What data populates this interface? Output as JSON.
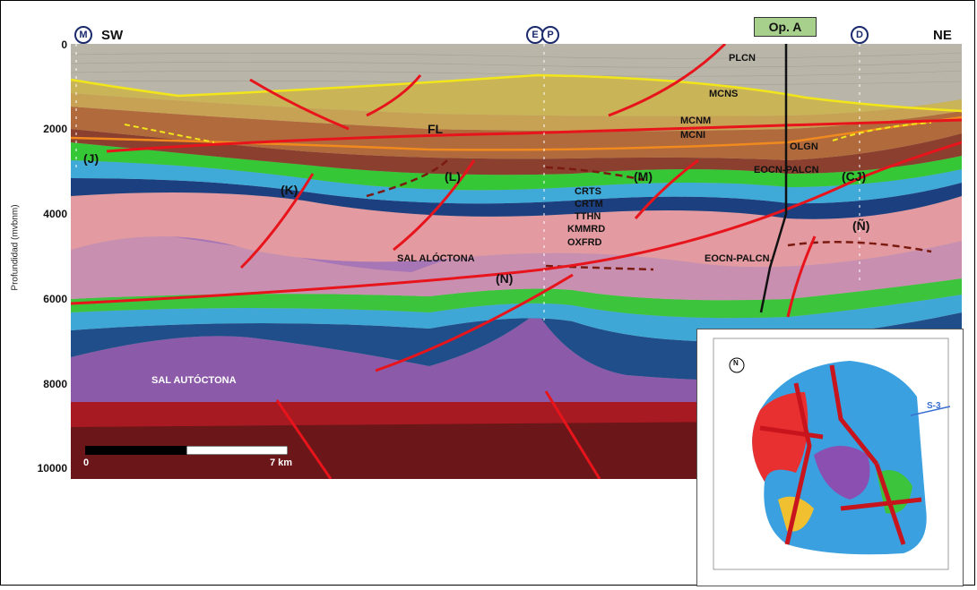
{
  "directions": {
    "left": "SW",
    "right": "NE"
  },
  "axis": {
    "ylabel": "Profundidad (mvbnm)",
    "ticks": [
      "0",
      "2000",
      "4000",
      "6000",
      "8000",
      "10000"
    ]
  },
  "wells": [
    {
      "label": "M"
    },
    {
      "label": "E"
    },
    {
      "label": "P"
    },
    {
      "label": "D"
    }
  ],
  "operator_label": "Op. A",
  "formations": [
    "PLCN",
    "MCNS",
    "MCNM",
    "MCNI",
    "OLGN",
    "EOCN-PALCN",
    "CRTS",
    "CRTM",
    "TTHN",
    "KMMRD",
    "OXFRD",
    "EOCN-PALCN."
  ],
  "salt_labels": {
    "allochthonous": "SAL ALÓCTONA",
    "autochthonous": "SAL AUTÓCTONA"
  },
  "fault_labels": [
    "FL",
    "(J)",
    "(K)",
    "(L)",
    "(M)",
    "(CJ)",
    "(Ñ)",
    "(N)"
  ],
  "scale": {
    "start": "0",
    "end": "7 km"
  },
  "inset": {
    "label": "S-3",
    "north": "N"
  },
  "colors": {
    "fault": "#e8141c",
    "operator_bg": "#a8d08d",
    "well_ring": "#1a2a6c"
  }
}
